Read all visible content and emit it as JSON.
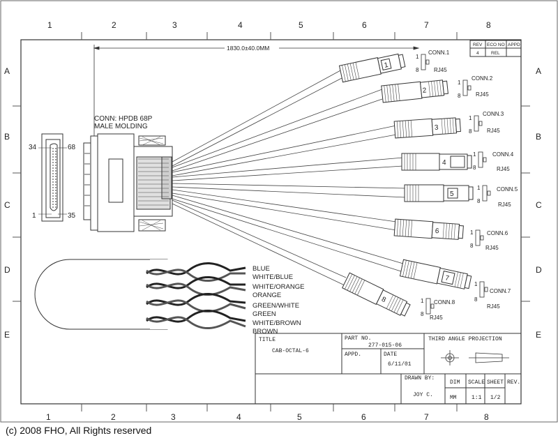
{
  "border": {
    "columns": [
      "1",
      "2",
      "3",
      "4",
      "5",
      "6",
      "7",
      "8"
    ],
    "rows": [
      "A",
      "B",
      "C",
      "D",
      "E"
    ]
  },
  "revision_block": {
    "headers": [
      "REV",
      "ECO NO",
      "APPD"
    ],
    "values": [
      "4",
      "REL",
      ""
    ]
  },
  "dimension": "1830.0±40.0MM",
  "connector_main": {
    "label_line1": "CONN: HPDB 68P",
    "label_line2": "MALE MOLDING",
    "pin_top_left": "34",
    "pin_top_right": "68",
    "pin_bottom_left": "1",
    "pin_bottom_right": "35"
  },
  "rj45_connectors": [
    {
      "num": "1",
      "name": "CONN.1",
      "type": "RJ45",
      "pin_a": "1",
      "pin_b": "8"
    },
    {
      "num": "2",
      "name": "CONN.2",
      "type": "RJ45",
      "pin_a": "1",
      "pin_b": "8"
    },
    {
      "num": "3",
      "name": "CONN.3",
      "type": "RJ45",
      "pin_a": "1",
      "pin_b": "8"
    },
    {
      "num": "4",
      "name": "CONN.4",
      "type": "RJ45",
      "pin_a": "1",
      "pin_b": "8"
    },
    {
      "num": "5",
      "name": "CONN.5",
      "type": "RJ45",
      "pin_a": "1",
      "pin_b": "8"
    },
    {
      "num": "6",
      "name": "CONN.6",
      "type": "RJ45",
      "pin_a": "1",
      "pin_b": "8"
    },
    {
      "num": "7",
      "name": "CONN.7",
      "type": "RJ45",
      "pin_a": "1",
      "pin_b": "8"
    },
    {
      "num": "8",
      "name": "CONN.8",
      "type": "RJ45",
      "pin_a": "1",
      "pin_b": "8"
    }
  ],
  "wire_colors": [
    "BLUE",
    "WHITE/BLUE",
    "WHITE/ORANGE",
    "ORANGE",
    "GREEN/WHITE",
    "GREEN",
    "WHITE/BROWN",
    "BROWN"
  ],
  "title_block": {
    "title_label": "TITLE",
    "title_value": "CAB-OCTAL-6",
    "part_label": "PART NO.",
    "part_value": "277-015-06",
    "appd_label": "APPD.",
    "date_label": "DATE",
    "date_value": "6/11/01",
    "projection": "THIRD ANGLE PROJECTION",
    "drawn_label": "DRAWN BY:",
    "drawn_value": "JOY C.",
    "dim_label": "DIM",
    "dim_value": "MM",
    "scale_label": "SCALE",
    "scale_value": "1:1",
    "sheet_label": "SHEET",
    "sheet_value": "1/2",
    "rev_label": "REV."
  },
  "copyright": "(c) 2008 FHO, All Rights reserved"
}
